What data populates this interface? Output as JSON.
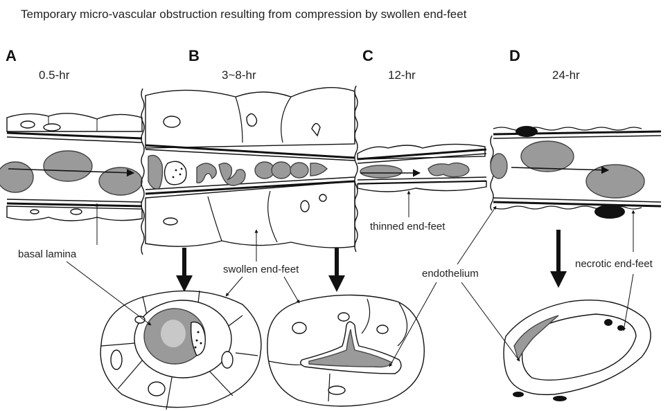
{
  "title": "Temporary micro-vascular obstruction resulting from compression by swollen end-feet",
  "panels": [
    {
      "letter": "A",
      "time": "0.5-hr"
    },
    {
      "letter": "B",
      "time": "3~8-hr"
    },
    {
      "letter": "C",
      "time": "12-hr"
    },
    {
      "letter": "D",
      "time": "24-hr"
    }
  ],
  "labels": {
    "basal_lamina": "basal lamina",
    "swollen_end_feet": "swollen end-feet",
    "thinned_end_feet": "thinned end-feet",
    "endothelium": "endothelium",
    "necrotic_end_feet": "necrotic end-feet"
  }
}
